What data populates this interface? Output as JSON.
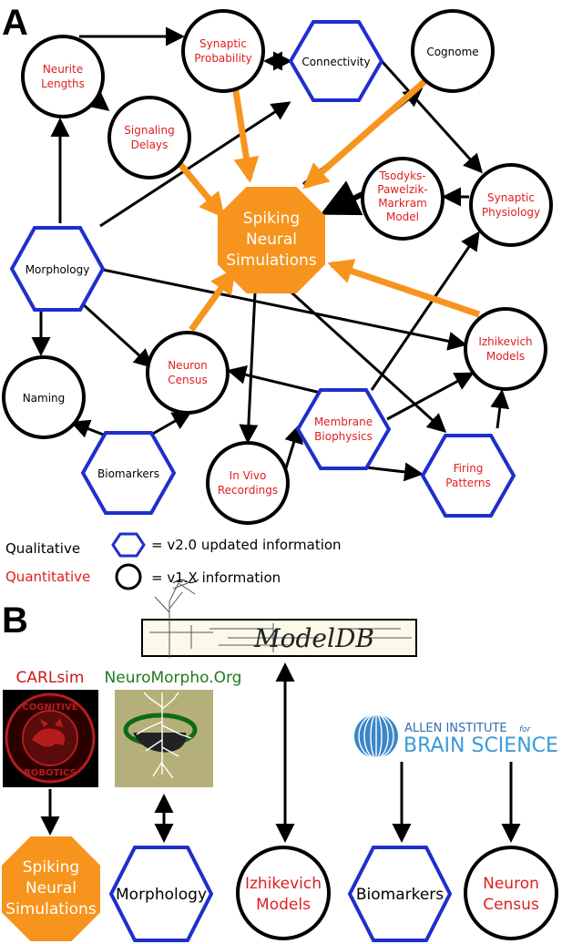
{
  "panels": {
    "a": "A",
    "b": "B"
  },
  "colors": {
    "quantitative": "#e11d1d",
    "qualitative": "#000000",
    "hexagon_stroke": "#1f2ecc",
    "orange": "#f7941d",
    "green": "#1e7a1e"
  },
  "nodes": {
    "neurite_lengths": [
      "Neurite",
      "Lengths"
    ],
    "synaptic_probability": [
      "Synaptic",
      "Probability"
    ],
    "connectivity": [
      "Connectivity"
    ],
    "cognome": [
      "Cognome"
    ],
    "signaling_delays": [
      "Signaling",
      "Delays"
    ],
    "tpm_model": [
      "Tsodyks-",
      "Pawelzik-",
      "Markram",
      "Model"
    ],
    "synaptic_physiology": [
      "Synaptic",
      "Physiology"
    ],
    "spiking": [
      "Spiking",
      "Neural",
      "Simulations"
    ],
    "morphology": [
      "Morphology"
    ],
    "izhikevich": [
      "Izhikevich",
      "Models"
    ],
    "naming": [
      "Naming"
    ],
    "neuron_census": [
      "Neuron",
      "Census"
    ],
    "membrane": [
      "Membrane",
      "Biophysics"
    ],
    "biomarkers": [
      "Biomarkers"
    ],
    "in_vivo": [
      "In Vivo",
      "Recordings"
    ],
    "firing_patterns": [
      "Firing",
      "Patterns"
    ]
  },
  "legend": {
    "qualitative": "Qualitative",
    "quantitative": "Quantitative",
    "hex_text": "= v2.0 updated information",
    "circle_text": "= v1.X information"
  },
  "sources": {
    "carlsim": "CARLsim",
    "cognitive_top": "COGNITIVE",
    "cognitive_bottom": "ROBOTICS",
    "neuromorpho": "NeuroMorpho.Org",
    "modeldb": "ModelDB",
    "allen_line1": "ALLEN INSTITUTE",
    "allen_for": "for",
    "allen_line2": "BRAIN SCIENCE"
  },
  "bottom_nodes": {
    "spiking": [
      "Spiking",
      "Neural",
      "Simulations"
    ],
    "morphology": [
      "Morphology"
    ],
    "izhikevich": [
      "Izhikevich",
      "Models"
    ],
    "biomarkers": [
      "Biomarkers"
    ],
    "neuron_census": [
      "Neuron",
      "Census"
    ]
  }
}
